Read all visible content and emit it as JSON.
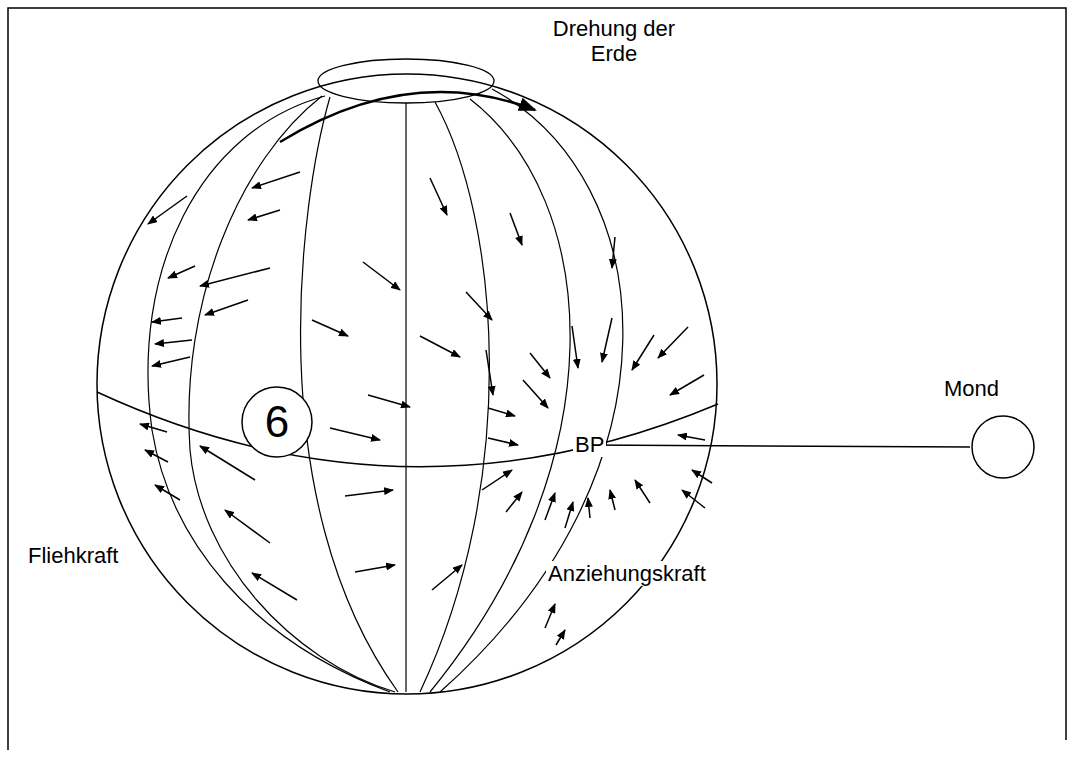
{
  "diagram": {
    "nodes": [
      {
        "text": [
          "6"
        ]
      },
      {
        "text": [
          "Mond"
        ]
      }
    ],
    "labels": [
      "Drehung der Erde",
      "BP",
      "Fliehkraft",
      "Anziehungskraft"
    ]
  }
}
